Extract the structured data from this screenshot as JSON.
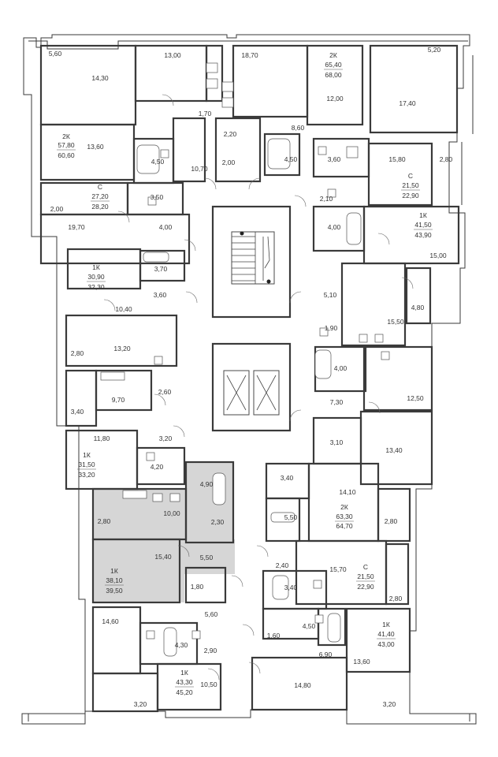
{
  "labels": [
    {
      "t": "5,60"
    },
    {
      "t": "13,00"
    },
    {
      "t": "18,70"
    },
    {
      "t": "2К"
    },
    {
      "t": "65,40"
    },
    {
      "t": "68,00"
    },
    {
      "t": "5,20"
    },
    {
      "t": "14,30"
    },
    {
      "t": "12,00"
    },
    {
      "t": "17,40"
    },
    {
      "t": "1,70"
    },
    {
      "t": "2,20"
    },
    {
      "t": "8,60"
    },
    {
      "t": "2К"
    },
    {
      "t": "57,80"
    },
    {
      "t": "60,60"
    },
    {
      "t": "13,60"
    },
    {
      "t": "4,50"
    },
    {
      "t": "10,70"
    },
    {
      "t": "2,00"
    },
    {
      "t": "4,50"
    },
    {
      "t": "3,60"
    },
    {
      "t": "15,80"
    },
    {
      "t": "2,80"
    },
    {
      "t": "С"
    },
    {
      "t": "21,50"
    },
    {
      "t": "22,90"
    },
    {
      "t": "С"
    },
    {
      "t": "27,20"
    },
    {
      "t": "28,20"
    },
    {
      "t": "3,50"
    },
    {
      "t": "2,10"
    },
    {
      "t": "2,00"
    },
    {
      "t": "19,70"
    },
    {
      "t": "4,00"
    },
    {
      "t": "4,00"
    },
    {
      "t": "1К"
    },
    {
      "t": "41,50"
    },
    {
      "t": "43,90"
    },
    {
      "t": "15,00"
    },
    {
      "t": "1К"
    },
    {
      "t": "30,90"
    },
    {
      "t": "32,30"
    },
    {
      "t": "3,70"
    },
    {
      "t": "3,60"
    },
    {
      "t": "10,40"
    },
    {
      "t": "5,10"
    },
    {
      "t": "4,80"
    },
    {
      "t": "15,50"
    },
    {
      "t": "1,90"
    },
    {
      "t": "2,80"
    },
    {
      "t": "13,20"
    },
    {
      "t": "4,00"
    },
    {
      "t": "12,50"
    },
    {
      "t": "3,40"
    },
    {
      "t": "9,70"
    },
    {
      "t": "2,60"
    },
    {
      "t": "7,30"
    },
    {
      "t": "11,80"
    },
    {
      "t": "3,20"
    },
    {
      "t": "3,10"
    },
    {
      "t": "13,40"
    },
    {
      "t": "1К"
    },
    {
      "t": "31,50"
    },
    {
      "t": "33,20"
    },
    {
      "t": "4,20"
    },
    {
      "t": "3,40"
    },
    {
      "t": "14,10"
    },
    {
      "t": "4,90"
    },
    {
      "t": "2К"
    },
    {
      "t": "63,30"
    },
    {
      "t": "64,70"
    },
    {
      "t": "10,00"
    },
    {
      "t": "5,50"
    },
    {
      "t": "2,80"
    },
    {
      "t": "2,80"
    },
    {
      "t": "2,30"
    },
    {
      "t": "15,40"
    },
    {
      "t": "5,50"
    },
    {
      "t": "2,40"
    },
    {
      "t": "15,70"
    },
    {
      "t": "1К"
    },
    {
      "t": "38,10"
    },
    {
      "t": "39,50"
    },
    {
      "t": "С"
    },
    {
      "t": "21,50"
    },
    {
      "t": "22,90"
    },
    {
      "t": "3,40"
    },
    {
      "t": "1,80"
    },
    {
      "t": "2,80"
    },
    {
      "t": "5,60"
    },
    {
      "t": "14,60"
    },
    {
      "t": "4,50"
    },
    {
      "t": "1К"
    },
    {
      "t": "41,40"
    },
    {
      "t": "43,00"
    },
    {
      "t": "1,60"
    },
    {
      "t": "4,30"
    },
    {
      "t": "2,90"
    },
    {
      "t": "6,90"
    },
    {
      "t": "13,60"
    },
    {
      "t": "1К"
    },
    {
      "t": "43,30"
    },
    {
      "t": "45,20"
    },
    {
      "t": "10,50"
    },
    {
      "t": "14,80"
    },
    {
      "t": "3,20"
    },
    {
      "t": "3,20"
    }
  ]
}
